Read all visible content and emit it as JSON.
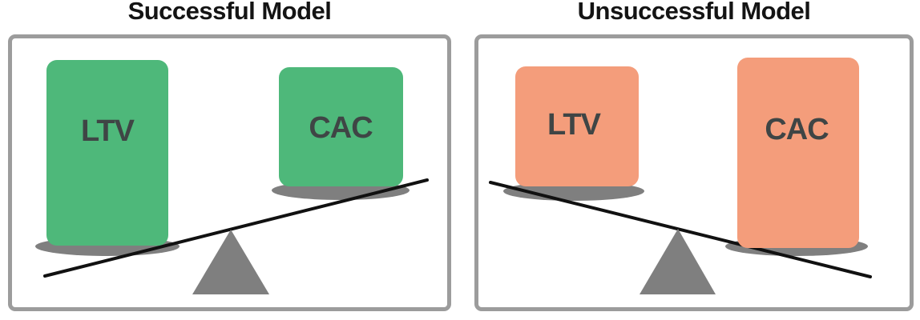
{
  "colors": {
    "successful_block": "#4eb87a",
    "unsuccessful_block": "#f49d7b",
    "shadow": "#7f7f7f",
    "fulcrum": "#7f7f7f",
    "beam": "#111111",
    "panel_border": "#9c9c9c",
    "label_text": "#3f4545",
    "title_text": "#141414"
  },
  "panels": [
    {
      "title": "Successful Model",
      "left_block": {
        "label": "LTV",
        "relative_size": "large"
      },
      "right_block": {
        "label": "CAC",
        "relative_size": "small"
      },
      "beam_tilt": "down-left"
    },
    {
      "title": "Unsuccessful Model",
      "left_block": {
        "label": "LTV",
        "relative_size": "small"
      },
      "right_block": {
        "label": "CAC",
        "relative_size": "large"
      },
      "beam_tilt": "down-right"
    }
  ]
}
